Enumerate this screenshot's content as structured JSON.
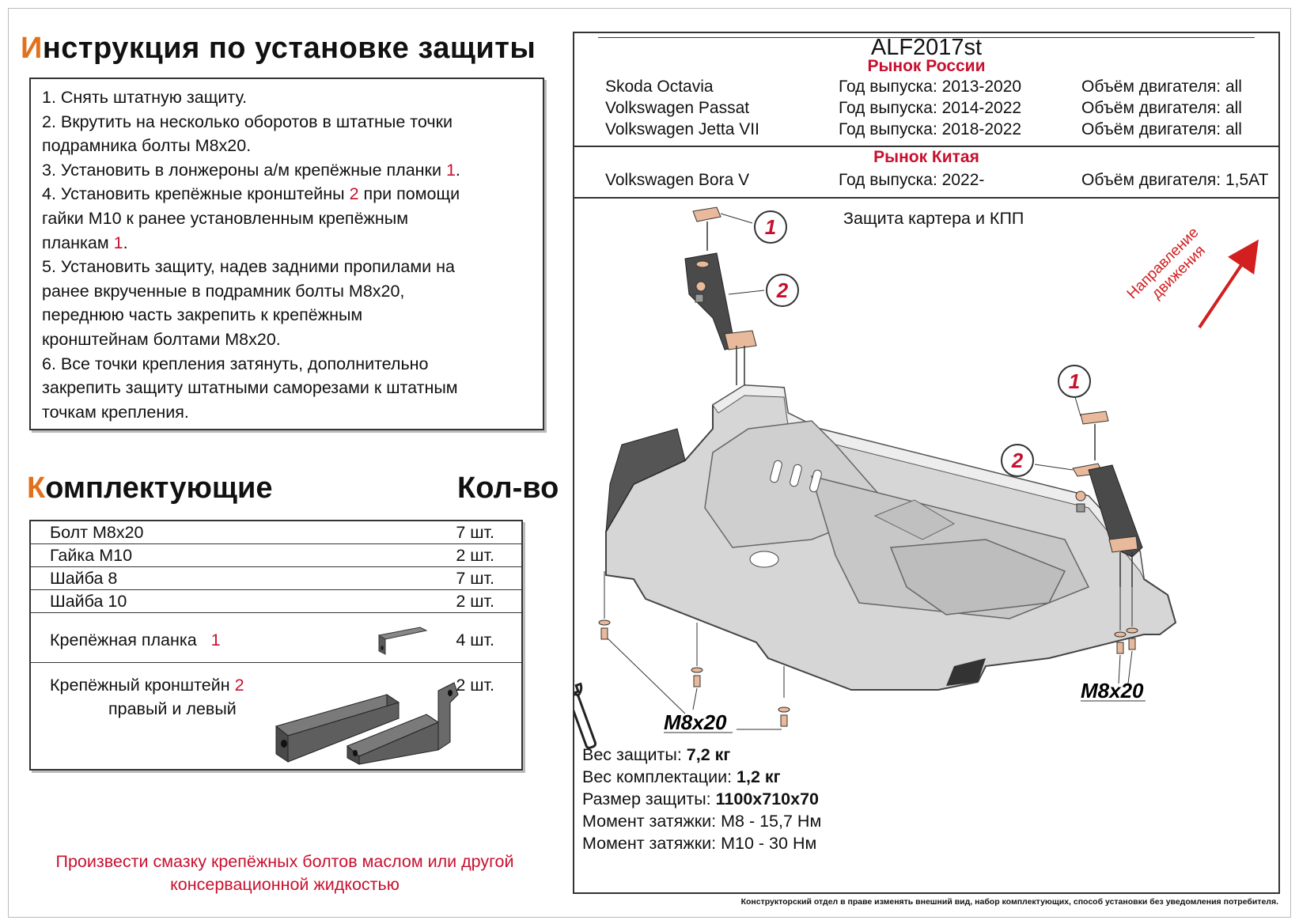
{
  "instructions": {
    "title_first": "И",
    "title_rest": "нструкция по установке защиты",
    "steps": [
      {
        "text": "1.  Снять штатную защиту."
      },
      {
        "text": "2.  Вкрутить на несколько оборотов в штатные точки"
      },
      {
        "text": "подрамника болты М8х20."
      },
      {
        "pre": "3.  Установить в лонжероны а/м крепёжные планки ",
        "red": "1",
        "post": "."
      },
      {
        "pre": "4.  Установить крепёжные кронштейны ",
        "red": "2",
        "post": " при помощи"
      },
      {
        "text": "гайки М10 к ранее установленным крепёжным"
      },
      {
        "pre": "планкам ",
        "red": "1",
        "post": "."
      },
      {
        "text": "5.  Установить защиту, надев задними пропилами на"
      },
      {
        "text": "ранее вкрученные в подрамник болты М8х20,"
      },
      {
        "text": "переднюю часть закрепить к крепёжным"
      },
      {
        "text": "кронштейнам болтами М8х20."
      },
      {
        "text": "6.  Все точки крепления затянуть, дополнительно"
      },
      {
        "text": "закрепить защиту штатными саморезами к штатным"
      },
      {
        "text": "точкам крепления."
      }
    ]
  },
  "kit": {
    "title_first": "К",
    "title_rest": "омплектующие",
    "qty_title": "Кол-во",
    "items": [
      {
        "name": "Болт М8х20",
        "qty": "7 шт."
      },
      {
        "name": "Гайка М10",
        "qty": "2 шт."
      },
      {
        "name": "Шайба 8",
        "qty": "7 шт."
      },
      {
        "name": "Шайба 10",
        "qty": "2 шт."
      }
    ],
    "plank": {
      "name": "Крепёжная планка",
      "num": "1",
      "qty": "4 шт."
    },
    "bracket": {
      "name": "Крепёжный кронштейн",
      "num": "2",
      "name2": "правый и левый",
      "qty": "2 шт."
    }
  },
  "note": {
    "line1": "Произвести смазку крепёжных болтов маслом или другой",
    "line2": "консервационной жидкостью"
  },
  "product": {
    "code": "ALF2017st",
    "market_russia": "Рынок России",
    "market_china": "Рынок Китая",
    "cars_russia": [
      {
        "model": "Skoda Octavia",
        "year": "Год выпуска: 2013-2020",
        "engine": "Объём двигателя: all"
      },
      {
        "model": "Volkswagen Passat",
        "year": "Год выпуска: 2014-2022",
        "engine": "Объём двигателя: all"
      },
      {
        "model": "Volkswagen Jetta VII",
        "year": "Год выпуска: 2018-2022",
        "engine": "Объём двигателя: all"
      }
    ],
    "cars_china": [
      {
        "model": "Volkswagen Bora V",
        "year": "Год выпуска: 2022-",
        "engine": "Объём двигателя: 1,5AT"
      }
    ],
    "drawing_title": "Защита картера и КПП",
    "direction_line1": "Направление",
    "direction_line2": "движения",
    "callouts": {
      "one": "1",
      "two": "2"
    },
    "bolt_label": "M8x20"
  },
  "specs": [
    {
      "label": "Вес защиты: ",
      "value": "7,2 кг"
    },
    {
      "label": "Вес комплектации: ",
      "value": "1,2 кг"
    },
    {
      "label": "Размер защиты: ",
      "value": "1100x710x70"
    },
    {
      "label": "Момент затяжки:  ",
      "value": "М8 - 15,7 Нм"
    },
    {
      "label": "Момент затяжки:  ",
      "value": "М10 - 30 Нм"
    }
  ],
  "disclaimer": "Конструкторский отдел в праве изменять внешний вид, набор комплектующих, способ установки без уведомления потребителя.",
  "colors": {
    "accent_orange": "#e2711d",
    "accent_red": "#c8102e",
    "plate": "#d6d6d6",
    "bracket": "#4a4a4a",
    "plank": "#e8b99a"
  }
}
